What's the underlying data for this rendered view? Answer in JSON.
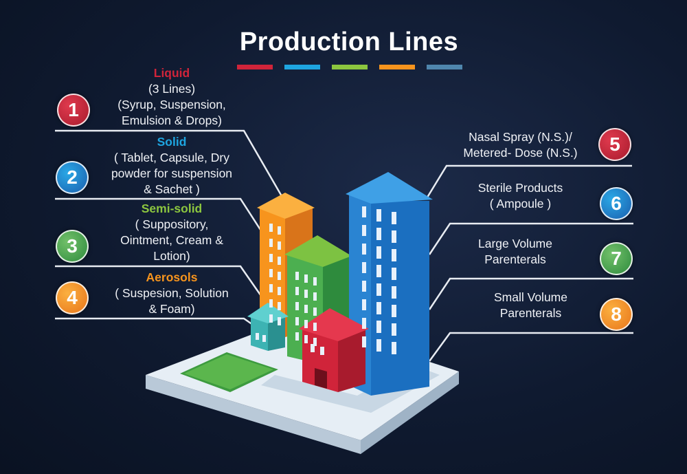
{
  "title": "Production Lines",
  "colors": {
    "red": "#d0243a",
    "blue": "#1ea5e0",
    "green": "#7dc242",
    "orange": "#f7941d",
    "steel": "#4f86ad"
  },
  "left_items": [
    {
      "number": "1",
      "heading": "Liquid",
      "lines": [
        "(3 Lines)",
        "(Syrup, Suspension,",
        "Emulsion & Drops)"
      ],
      "color": "#d0243a"
    },
    {
      "number": "2",
      "heading": "Solid",
      "lines": [
        "( Tablet, Capsule, Dry",
        "powder for suspension",
        "& Sachet )"
      ],
      "color": "#1ea5e0"
    },
    {
      "number": "3",
      "heading": "Semi-solid",
      "lines": [
        "( Suppository,",
        "Ointment, Cream &",
        "Lotion)"
      ],
      "color": "#8cc63f"
    },
    {
      "number": "4",
      "heading": "Aerosols",
      "lines": [
        "( Suspesion, Solution",
        "& Foam)"
      ],
      "color": "#f7941d"
    }
  ],
  "right_items": [
    {
      "number": "5",
      "lines": [
        "Nasal Spray (N.S.)/",
        "Metered- Dose (N.S.)"
      ],
      "color": "#d0243a"
    },
    {
      "number": "6",
      "lines": [
        "Sterile Products",
        "( Ampoule )"
      ],
      "color": "#1e7fc8"
    },
    {
      "number": "7",
      "lines": [
        "Large Volume",
        "Parenterals"
      ],
      "color": "#4caf50"
    },
    {
      "number": "8",
      "lines": [
        "Small Volume",
        "Parenterals"
      ],
      "color": "#f7941d"
    }
  ]
}
